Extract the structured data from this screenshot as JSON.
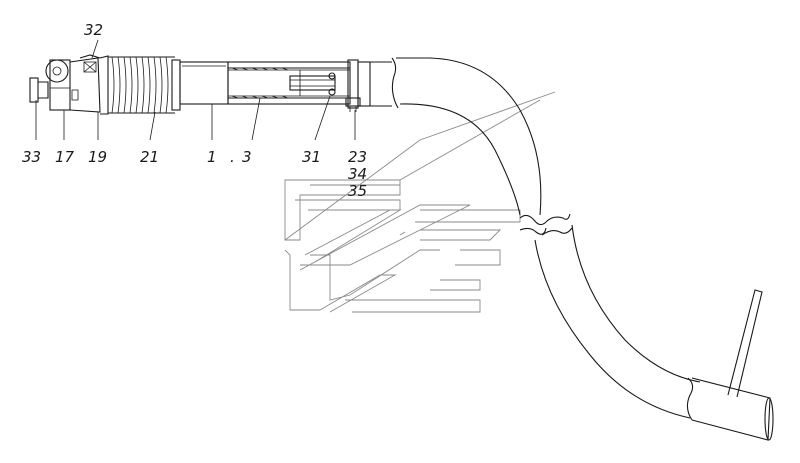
{
  "figure": {
    "description_colors": {
      "ink": "#1a1a1a",
      "watermark": "#8a8a8a",
      "background": "#ffffff"
    }
  },
  "callouts": {
    "c32": "32",
    "c33": "33",
    "c17": "17",
    "c19": "19",
    "c21": "21",
    "c1": "1",
    "c3": "3",
    "c31": "31",
    "c23": "23",
    "c34": "34",
    "c35": "35"
  },
  "icons": {
    "watermark": "stylized-arrow-logo-watermark"
  }
}
